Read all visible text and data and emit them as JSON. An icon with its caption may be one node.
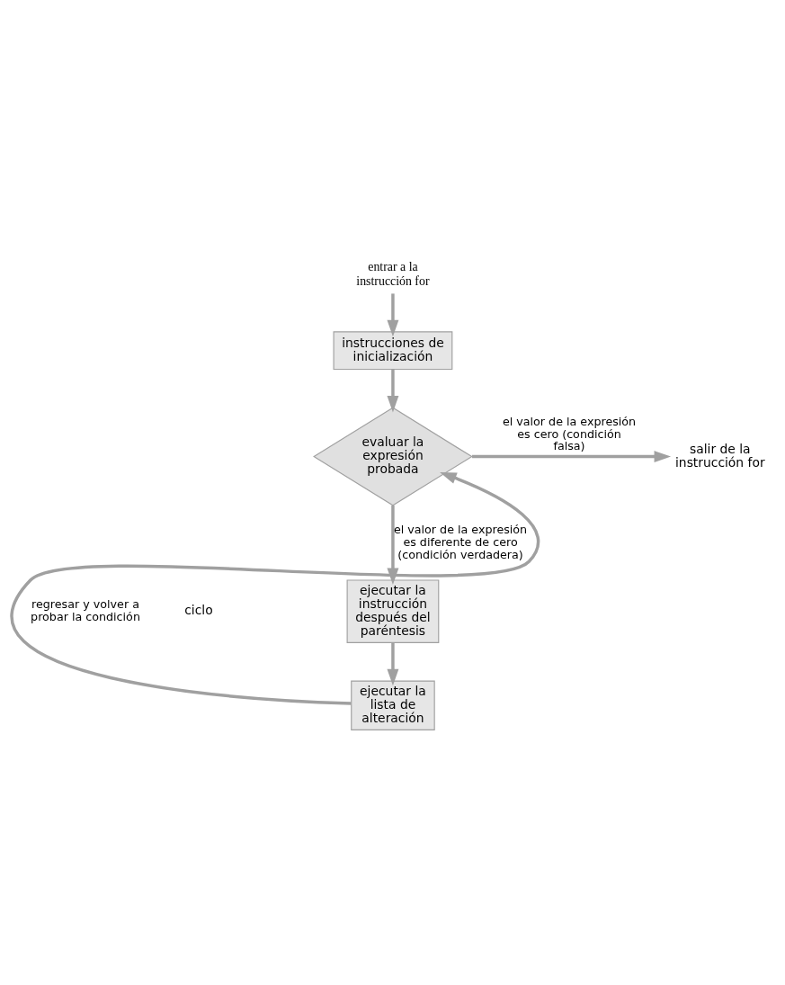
{
  "diagram": {
    "nodes": [
      {
        "text": [
          "entrar a la instrucción for"
        ]
      },
      {
        "text": [
          "instrucciones de inicialización"
        ]
      },
      {
        "text": [
          "evaluar la expresión probada"
        ]
      },
      {
        "text": [
          "salir de la instrucción for"
        ]
      },
      {
        "text": [
          "ejecutar la instrucción después del paréntesis"
        ]
      },
      {
        "text": [
          "ejecutar la lista de alteración"
        ]
      }
    ],
    "edges": [
      {
        "from": 0,
        "to": 1,
        "arrow": "to"
      },
      {
        "from": 1,
        "to": 2,
        "arrow": "to"
      },
      {
        "from": 2,
        "to": 3,
        "arrow": "to",
        "label": "el valor de la expresión es cero (condición falsa)"
      },
      {
        "from": 2,
        "to": 4,
        "arrow": "to",
        "label": "el valor de la expresión es diferente de cero (condición verdadera)"
      },
      {
        "from": 4,
        "to": 5,
        "arrow": "to"
      },
      {
        "from": 5,
        "to": 2,
        "arrow": "to",
        "label": "regresar y volver a probar la condición"
      }
    ],
    "labels": [
      "ciclo"
    ]
  }
}
